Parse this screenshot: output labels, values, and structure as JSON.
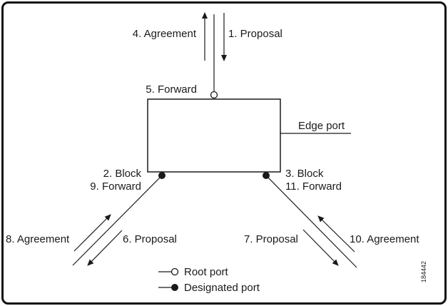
{
  "labels": {
    "agreement_top": "4. Agreement",
    "proposal_top": "1. Proposal",
    "forward_top": "5. Forward",
    "edge_port": "Edge port",
    "block_left": "2. Block",
    "forward_left": "9. Forward",
    "block_right": "3. Block",
    "forward_right": "11. Forward",
    "agreement_left": "8. Agreement",
    "proposal_left": "6. Proposal",
    "proposal_right": "7. Proposal",
    "agreement_right": "10. Agreement"
  },
  "legend": {
    "root_port": "Root port",
    "designated_port": "Designated port"
  },
  "figure_id": "184442",
  "colors": {
    "line": "#1a1a1a",
    "frame": "#111111",
    "background": "#ffffff"
  }
}
